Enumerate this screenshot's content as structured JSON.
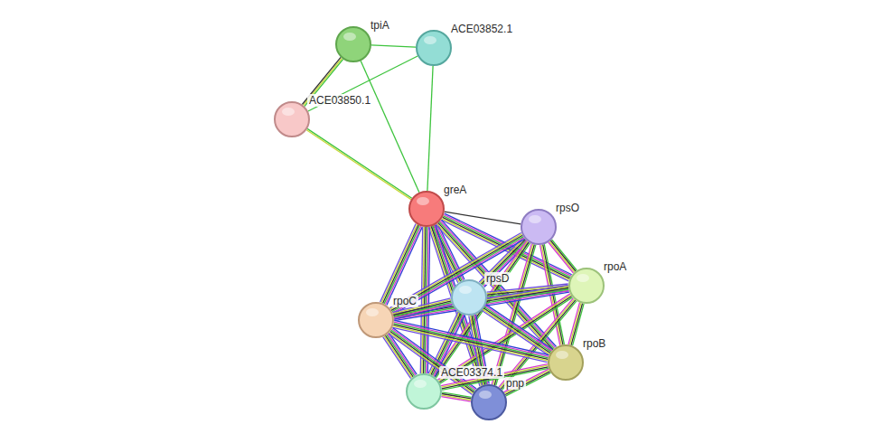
{
  "diagram": {
    "nodes": [
      {
        "text": [
          "tpiA"
        ]
      },
      {
        "text": [
          "ACE03852.1"
        ]
      },
      {
        "text": [
          "ACE03850.1"
        ]
      },
      {
        "text": [
          "greA"
        ]
      },
      {
        "text": [
          "rpsO"
        ]
      },
      {
        "text": [
          "rpoA"
        ]
      },
      {
        "text": [
          "rpsD"
        ]
      },
      {
        "text": [
          "rpoC"
        ]
      },
      {
        "text": [
          "rpoB"
        ]
      },
      {
        "text": [
          "ACE03374.1"
        ]
      },
      {
        "text": [
          "pnp"
        ]
      }
    ],
    "edges": [
      {
        "from": 0,
        "to": 1,
        "arrow": "none"
      },
      {
        "from": 0,
        "to": 2,
        "arrow": "none"
      },
      {
        "from": 0,
        "to": 3,
        "arrow": "none"
      },
      {
        "from": 1,
        "to": 2,
        "arrow": "none"
      },
      {
        "from": 1,
        "to": 3,
        "arrow": "none"
      },
      {
        "from": 2,
        "to": 3,
        "arrow": "none"
      },
      {
        "from": 3,
        "to": 4,
        "arrow": "none"
      },
      {
        "from": 3,
        "to": 5,
        "arrow": "none"
      },
      {
        "from": 3,
        "to": 6,
        "arrow": "none"
      },
      {
        "from": 3,
        "to": 7,
        "arrow": "none"
      },
      {
        "from": 3,
        "to": 8,
        "arrow": "none"
      },
      {
        "from": 3,
        "to": 9,
        "arrow": "none"
      },
      {
        "from": 3,
        "to": 10,
        "arrow": "none"
      },
      {
        "from": 4,
        "to": 5,
        "arrow": "none"
      },
      {
        "from": 4,
        "to": 6,
        "arrow": "none"
      },
      {
        "from": 4,
        "to": 7,
        "arrow": "none"
      },
      {
        "from": 4,
        "to": 8,
        "arrow": "none"
      },
      {
        "from": 4,
        "to": 9,
        "arrow": "none"
      },
      {
        "from": 4,
        "to": 10,
        "arrow": "none"
      },
      {
        "from": 5,
        "to": 6,
        "arrow": "none"
      },
      {
        "from": 5,
        "to": 7,
        "arrow": "none"
      },
      {
        "from": 5,
        "to": 8,
        "arrow": "none"
      },
      {
        "from": 5,
        "to": 9,
        "arrow": "none"
      },
      {
        "from": 5,
        "to": 10,
        "arrow": "none"
      },
      {
        "from": 6,
        "to": 7,
        "arrow": "none"
      },
      {
        "from": 6,
        "to": 8,
        "arrow": "none"
      },
      {
        "from": 6,
        "to": 9,
        "arrow": "none"
      },
      {
        "from": 6,
        "to": 10,
        "arrow": "none"
      },
      {
        "from": 7,
        "to": 8,
        "arrow": "none"
      },
      {
        "from": 7,
        "to": 9,
        "arrow": "none"
      },
      {
        "from": 7,
        "to": 10,
        "arrow": "none"
      },
      {
        "from": 8,
        "to": 9,
        "arrow": "none"
      },
      {
        "from": 8,
        "to": 10,
        "arrow": "none"
      },
      {
        "from": 9,
        "to": 10,
        "arrow": "none"
      }
    ]
  }
}
